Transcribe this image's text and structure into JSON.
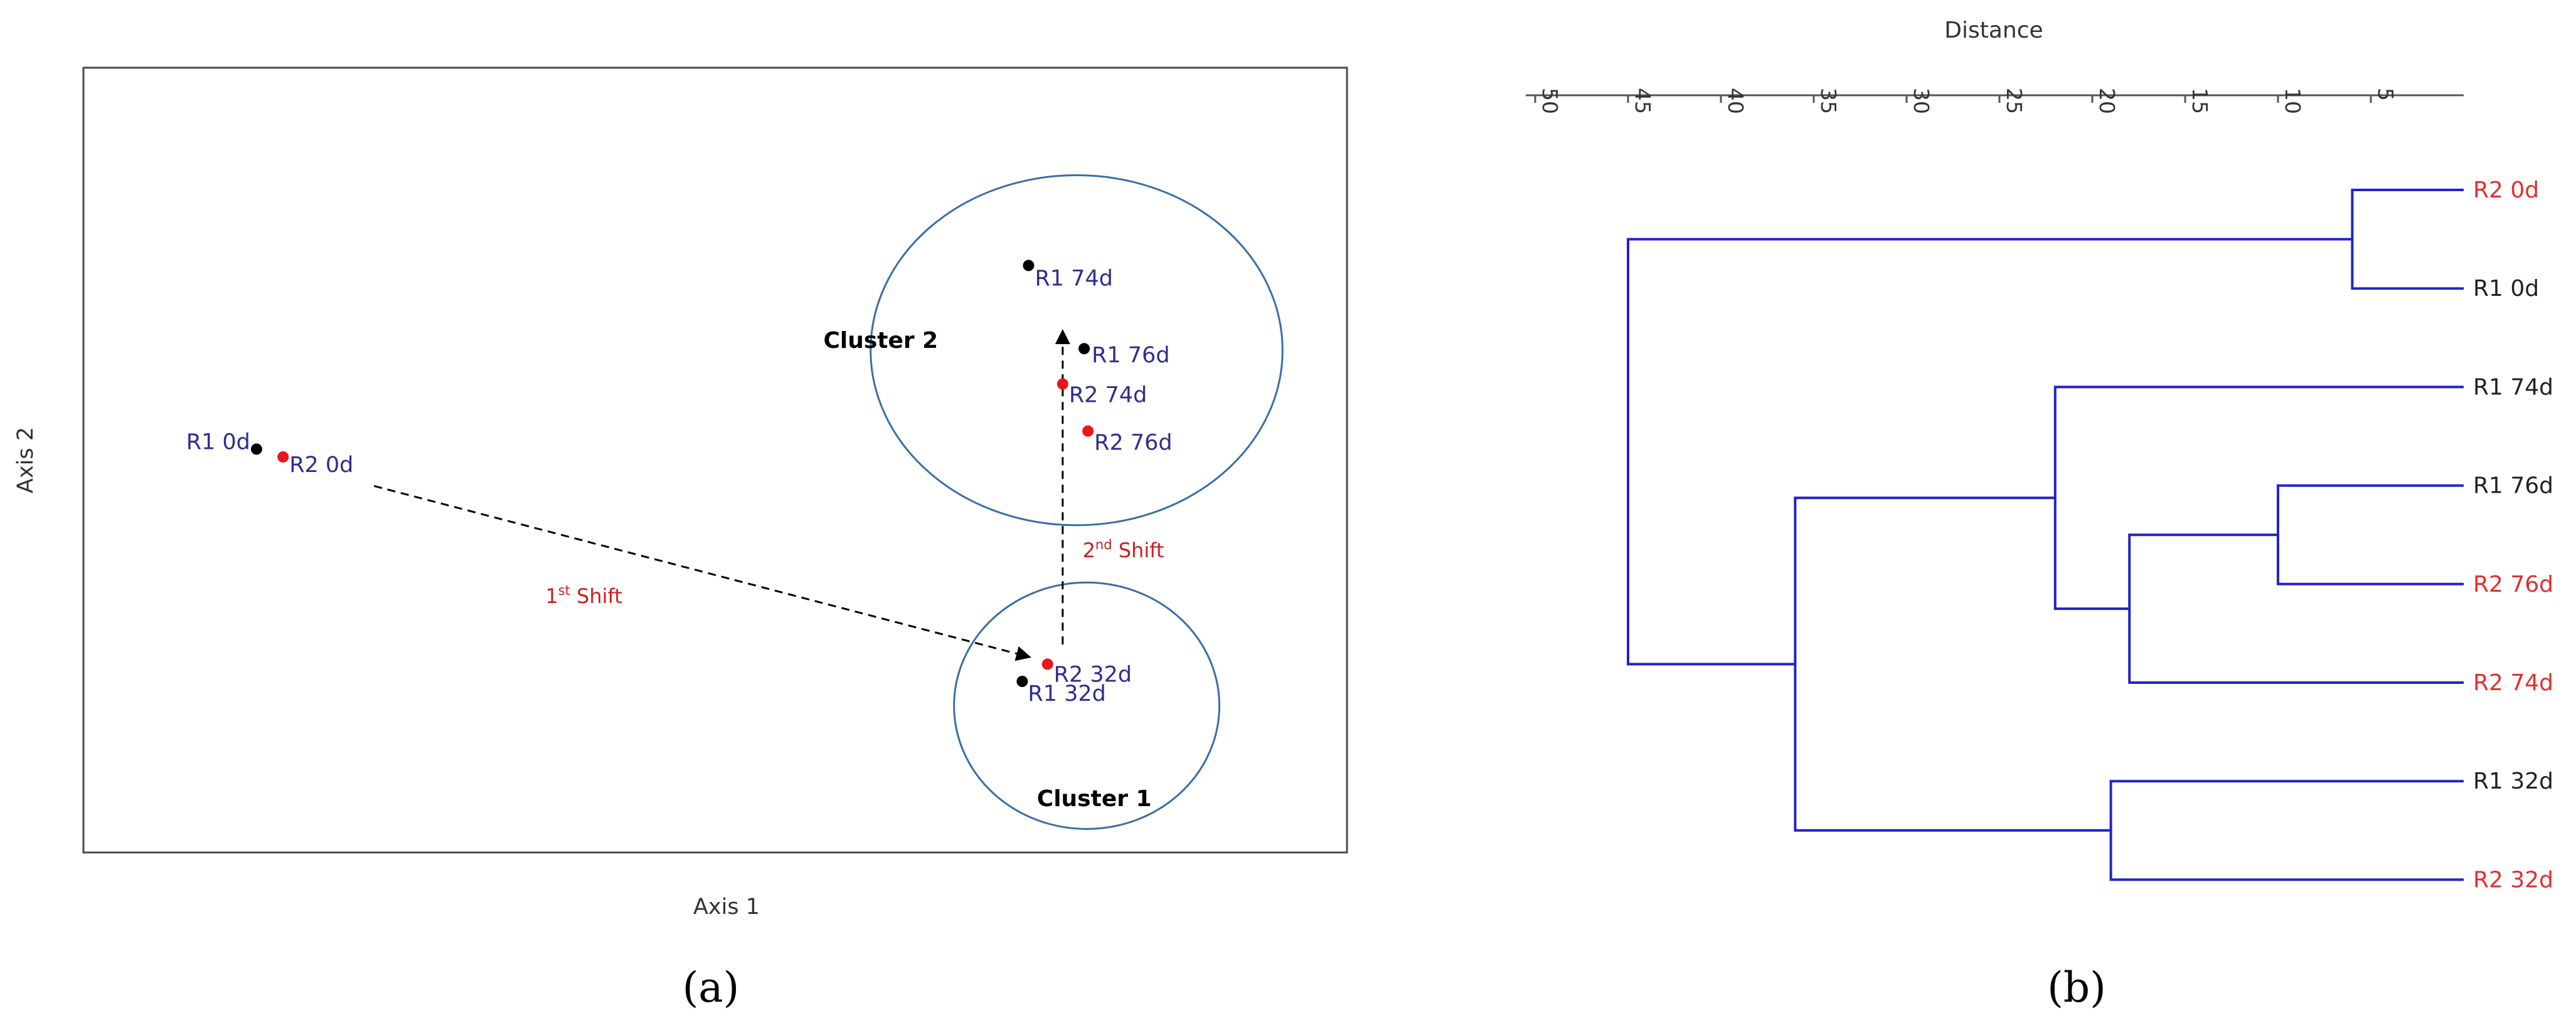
{
  "panel_a": {
    "caption": "(a)",
    "xlabel": "Axis 1",
    "ylabel": "Axis 2",
    "label_color": "#2e2e8f",
    "points": [
      {
        "label": "R1 0d",
        "group": "R1",
        "x": 0.137,
        "y": 0.514
      },
      {
        "label": "R2 0d",
        "group": "R2",
        "x": 0.158,
        "y": 0.504
      },
      {
        "label": "R1 74d",
        "group": "R1",
        "x": 0.748,
        "y": 0.748
      },
      {
        "label": "R1 76d",
        "group": "R1",
        "x": 0.792,
        "y": 0.642
      },
      {
        "label": "R2 74d",
        "group": "R2",
        "x": 0.775,
        "y": 0.597
      },
      {
        "label": "R2 76d",
        "group": "R2",
        "x": 0.795,
        "y": 0.537
      },
      {
        "label": "R2 32d",
        "group": "R2",
        "x": 0.763,
        "y": 0.24
      },
      {
        "label": "R1 32d",
        "group": "R1",
        "x": 0.743,
        "y": 0.218
      }
    ],
    "clusters": [
      {
        "label": "Cluster 1",
        "members": [
          "R1 32d",
          "R2 32d"
        ],
        "center": [
          0.794,
          0.187
        ],
        "rx": 0.105,
        "ry": 0.157
      },
      {
        "label": "Cluster 2",
        "members": [
          "R1 74d",
          "R1 76d",
          "R2 74d",
          "R2 76d"
        ],
        "center": [
          0.786,
          0.64
        ],
        "rx": 0.163,
        "ry": 0.223
      }
    ],
    "shifts": [
      {
        "label_main": "1",
        "label_sup": "st",
        "label_rest": " Shift",
        "from": [
          0.23,
          0.467
        ],
        "to": [
          0.749,
          0.249
        ]
      },
      {
        "label_main": "2",
        "label_sup": "nd",
        "label_rest": " Shift",
        "from": [
          0.775,
          0.265
        ],
        "to": [
          0.775,
          0.665
        ]
      }
    ],
    "colors": {
      "R1": "#000000",
      "R2": "#e8161b",
      "ellipse": "#3a6ea8",
      "shift_label": "#cc1f1f"
    }
  },
  "chart_data": {
    "type": "dendrogram",
    "caption": "(b)",
    "title": "Distance",
    "xlim": [
      50,
      0
    ],
    "ticks": [
      50,
      45,
      40,
      35,
      30,
      25,
      20,
      15,
      10,
      5
    ],
    "leaves": [
      {
        "label": "R2 0d",
        "group": "R2"
      },
      {
        "label": "R1 0d",
        "group": "R1"
      },
      {
        "label": "R1 74d",
        "group": "R1"
      },
      {
        "label": "R1 76d",
        "group": "R1"
      },
      {
        "label": "R2 76d",
        "group": "R2"
      },
      {
        "label": "R2 74d",
        "group": "R2"
      },
      {
        "label": "R1 32d",
        "group": "R1"
      },
      {
        "label": "R2 32d",
        "group": "R2"
      }
    ],
    "merges": [
      {
        "id": "m1",
        "left": "R2 0d",
        "right": "R1 0d",
        "height": 6
      },
      {
        "id": "m2",
        "left": "R1 76d",
        "right": "R2 76d",
        "height": 10
      },
      {
        "id": "m3",
        "left": "m2",
        "right": "R2 74d",
        "height": 18
      },
      {
        "id": "m4",
        "left": "R1 74d",
        "right": "m3",
        "height": 22
      },
      {
        "id": "m5",
        "left": "R1 32d",
        "right": "R2 32d",
        "height": 19
      },
      {
        "id": "m6",
        "left": "m4",
        "right": "m5",
        "height": 36
      },
      {
        "id": "m7",
        "left": "m1",
        "right": "m6",
        "height": 45
      }
    ],
    "colors": {
      "link": "#2222c8",
      "R1": "#222222",
      "R2": "#e0302f"
    }
  }
}
